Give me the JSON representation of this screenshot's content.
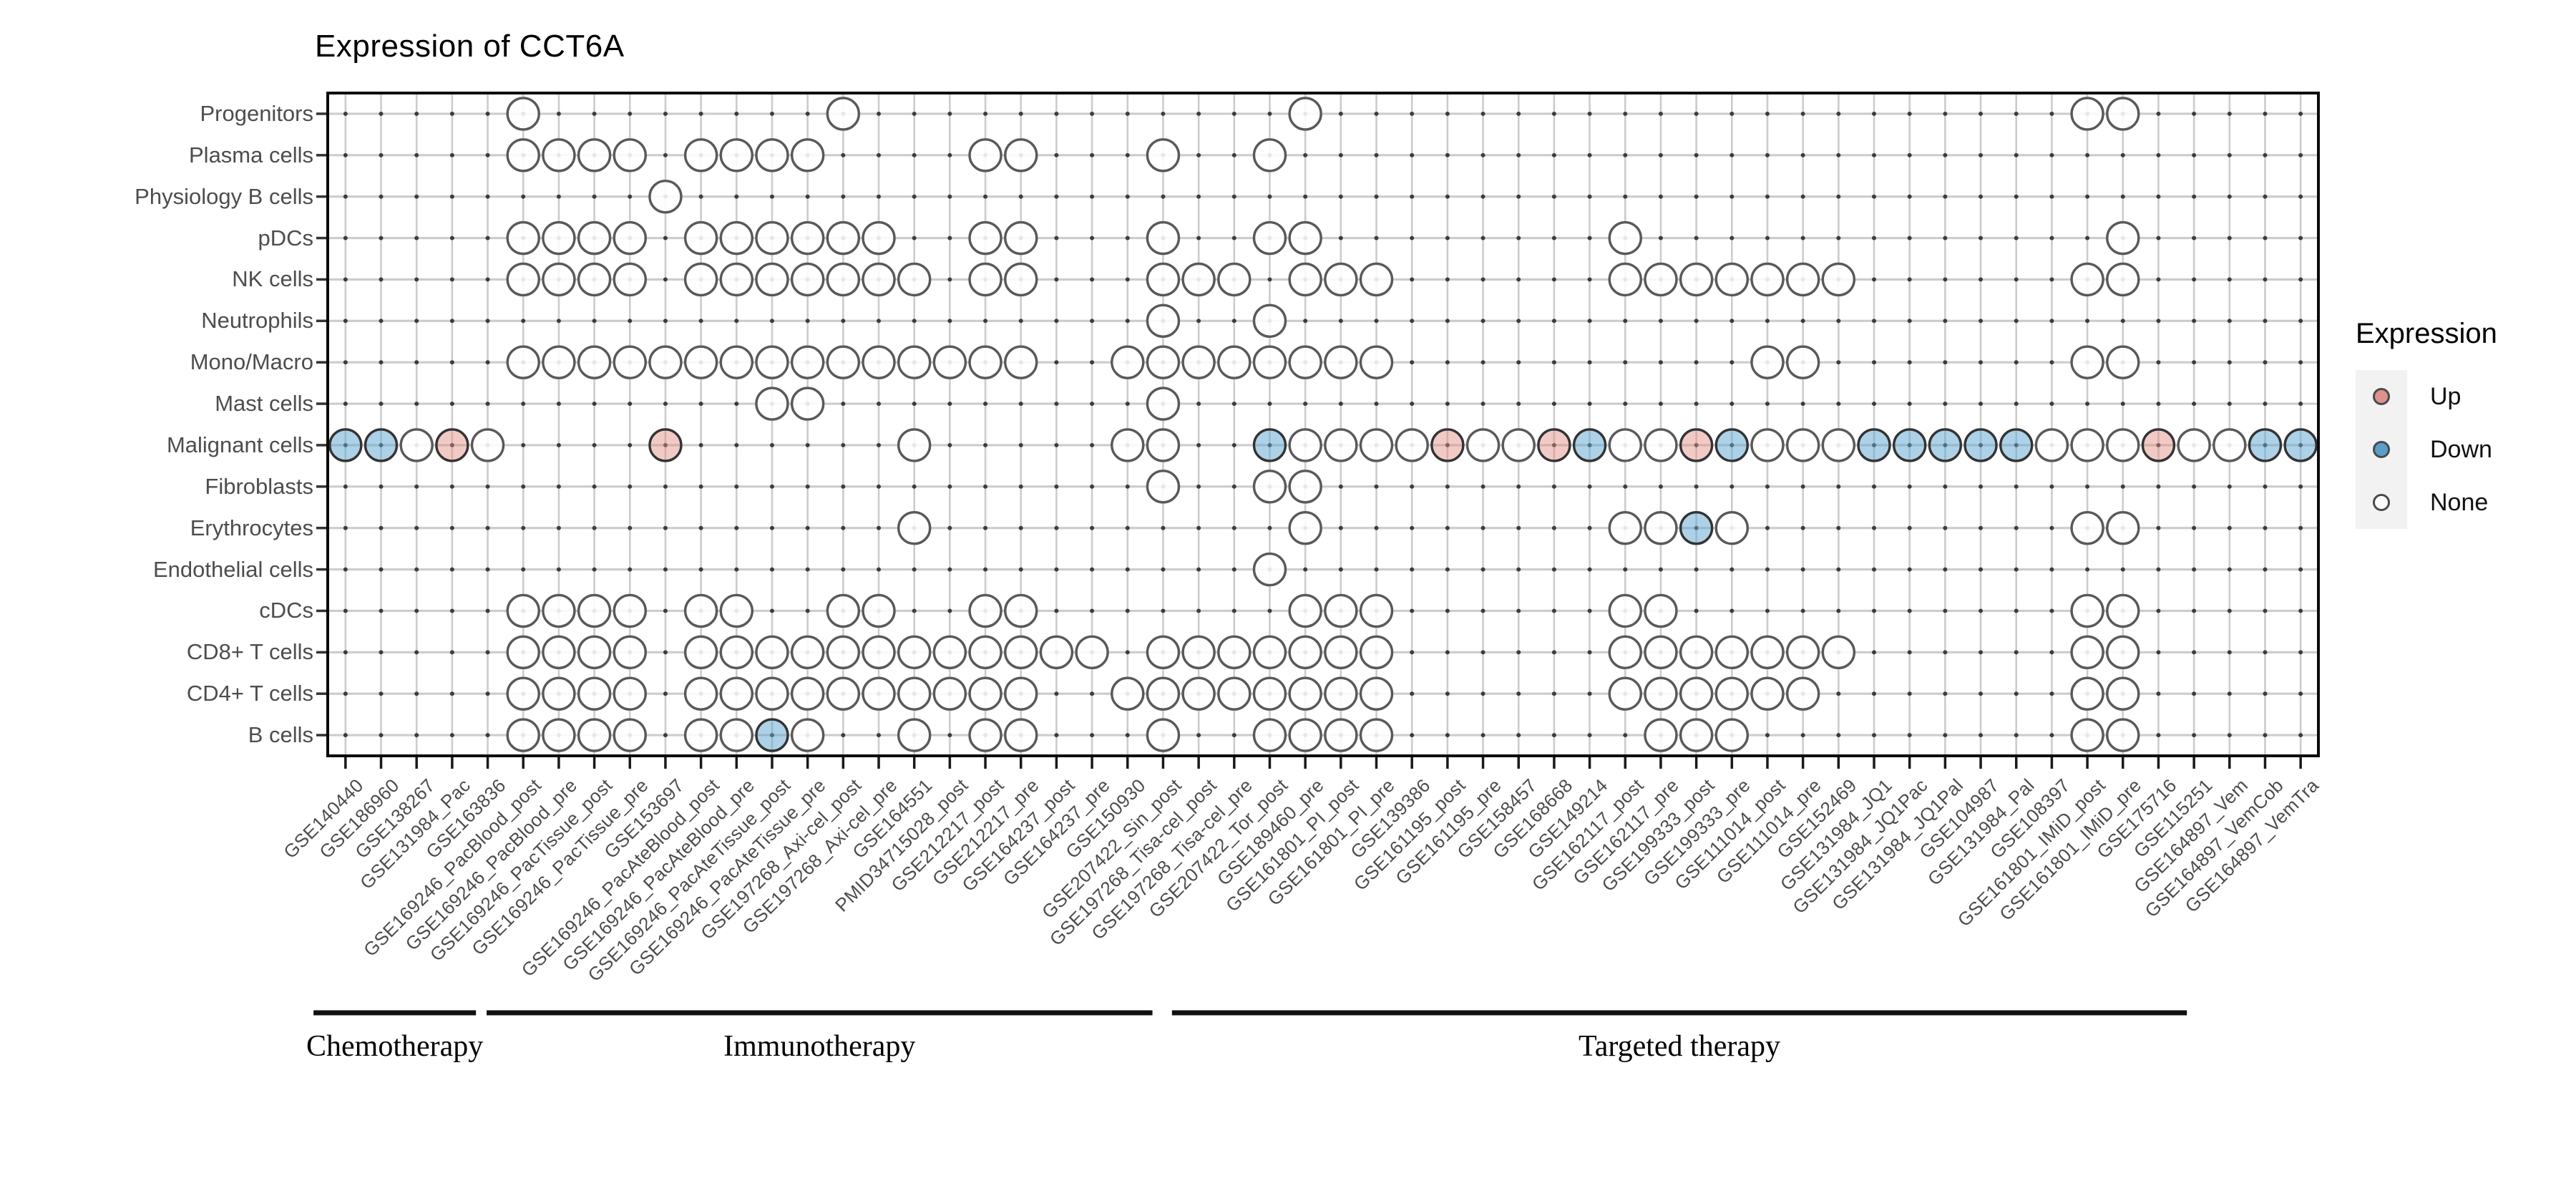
{
  "title": "Expression of CCT6A",
  "legend": {
    "title": "Expression",
    "items": [
      {
        "label": "Up",
        "color": "#DC9189"
      },
      {
        "label": "Down",
        "color": "#5A9EC9"
      },
      {
        "label": "None",
        "color": "#FFFFFF"
      }
    ]
  },
  "chart_data": {
    "type": "dot_matrix",
    "title": "Expression of CCT6A",
    "legend_title": "Expression",
    "cell_codes": {
      "n": "None",
      "u": "Up",
      "d": "Down",
      ".": "absent"
    },
    "colors": {
      "up_fill": "#E08A80",
      "down_fill": "#5BA3D0",
      "none_fill": "#FFFFFF",
      "dot_stroke": "#4f4f4f",
      "colored_stroke": "#333333",
      "grid_line": "#cccccc",
      "grid_dot": "#3c3c3c",
      "axis_text": "#4d4d4d"
    },
    "rows": [
      "Progenitors",
      "Plasma cells",
      "Physiology B cells",
      "pDCs",
      "NK cells",
      "Neutrophils",
      "Mono/Macro",
      "Mast cells",
      "Malignant cells",
      "Fibroblasts",
      "Erythrocytes",
      "Endothelial cells",
      "cDCs",
      "CD8+ T cells",
      "CD4+ T cells",
      "B cells"
    ],
    "columns": [
      "GSE140440",
      "GSE186960",
      "GSE138267",
      "GSE131984_Pac",
      "GSE163836",
      "GSE169246_PacBlood_post",
      "GSE169246_PacBlood_pre",
      "GSE169246_PacTissue_post",
      "GSE169246_PacTissue_pre",
      "GSE153697",
      "GSE169246_PacAteBlood_post",
      "GSE169246_PacAteBlood_pre",
      "GSE169246_PacAteTissue_post",
      "GSE169246_PacAteTissue_pre",
      "GSE197268_Axi-cel_post",
      "GSE197268_Axi-cel_pre",
      "GSE164551",
      "PMID34715028_post",
      "GSE212217_post",
      "GSE212217_pre",
      "GSE164237_post",
      "GSE164237_pre",
      "GSE150930",
      "GSE207422_Sin_post",
      "GSE197268_Tisa-cel_post",
      "GSE197268_Tisa-cel_pre",
      "GSE207422_Tor_post",
      "GSE189460_pre",
      "GSE161801_PI_post",
      "GSE161801_PI_pre",
      "GSE139386",
      "GSE161195_post",
      "GSE161195_pre",
      "GSE158457",
      "GSE168668",
      "GSE149214",
      "GSE162117_post",
      "GSE162117_pre",
      "GSE199333_post",
      "GSE199333_pre",
      "GSE111014_post",
      "GSE111014_pre",
      "GSE152469",
      "GSE131984_JQ1",
      "GSE131984_JQ1Pac",
      "GSE131984_JQ1Pal",
      "GSE104987",
      "GSE131984_Pal",
      "GSE108397",
      "GSE161801_IMiD_post",
      "GSE161801_IMiD_pre",
      "GSE175716",
      "GSE115251",
      "GSE164897_Vem",
      "GSE164897_VemCob",
      "GSE164897_VemTra"
    ],
    "matrix": [
      ".....n........n............n.....................nn.....",
      ".....nnnn.nnnn....nn...n..n.............................",
      ".........n..............................................",
      ".....nnnn.nnnnnn..nn...n..nn........n.............n.....",
      ".....nnnn.nnnnnnn.nn...nnn.nnn......nnnnnnn......nn.....",
      ".......................n..n.............................",
      ".....nnnnnnnnnnnnnnn..nnnnnnnn..........nn.......nn.....",
      "............nn.........n................................",
      "ddnun....u......n.....nn..dnnnnunnudnnudnnndddddnnnunndd",
      ".......................n..nn............................",
      "................n..........n........nndn.........nn.....",
      "..........................n.............................",
      ".....nnnn.nn..nn..nn.......nnn......nn...........nn.....",
      ".....nnnn.nnnnnnnnnnnn.nnnnnnn......nnnnnnn......nn.....",
      ".....nnnn.nnnnnnnnnn..nnnnnnnn......nnnnnn.......nn.....",
      ".....nnnn.nndn..n.nn...n..nnnn.......nnn.........nn....."
    ],
    "groups": [
      {
        "label": "Chemotherapy",
        "from_col": 0.1,
        "to_col": 4.67
      },
      {
        "label": "Immunotherapy",
        "from_col": 4.97,
        "to_col": 23.7
      },
      {
        "label": "Targeted therapy",
        "from_col": 24.25,
        "to_col": 52.8
      }
    ]
  }
}
